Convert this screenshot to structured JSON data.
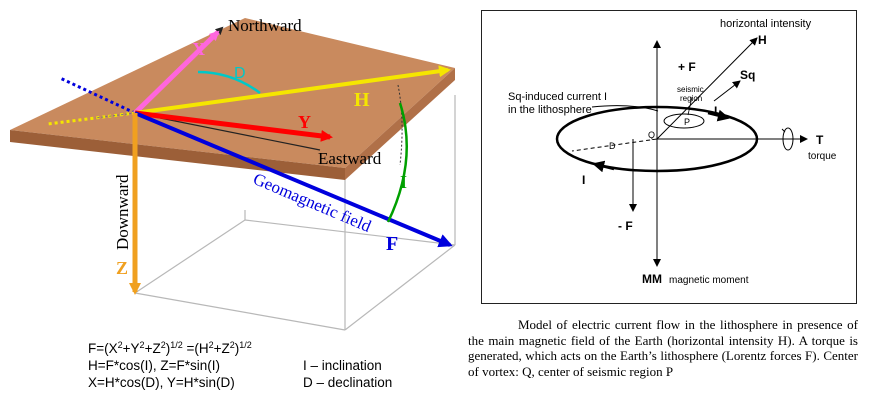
{
  "left_diagram": {
    "labels": {
      "northward": "Northward",
      "eastward": "Eastward",
      "downward": "Downward",
      "geomagnetic_field": "Geomagnetic field",
      "x": "X",
      "y": "Y",
      "z": "Z",
      "h": "H",
      "d": "D",
      "i": "I",
      "f": "F"
    },
    "colors": {
      "plate_top": "#c98a5e",
      "plate_side": "#9c5f38",
      "x_arrow": "#ff66dd",
      "y_arrow": "#ff0000",
      "z_arrow": "#f0a020",
      "h_arrow": "#f5e600",
      "f_arrow": "#0000dd",
      "d_arc": "#00c8c8",
      "i_arc": "#00a000",
      "box_lines": "#b0b0b0"
    }
  },
  "formulas": {
    "line1": {
      "a": "F=(X",
      "b": "2",
      "c": "+Y",
      "d": "2",
      "e": "+Z",
      "f": "2",
      "g": ")",
      "h": "1/2",
      "i": " =(H",
      "j": "2",
      "k": "+Z",
      "l": "2",
      "m": ")",
      "n": "1/2"
    },
    "line2_left": "H=F*cos(I), Z=F*sin(I)",
    "line2_right": "I  –  inclination",
    "line3_left": "X=H*cos(D), Y=H*sin(D)",
    "line3_right": "D – declination"
  },
  "right_diagram": {
    "labels": {
      "horizontal_intensity": "horizontal intensity",
      "h": "H",
      "plus_f": "+ F",
      "sq": "Sq",
      "seismic_region_1": "seismic",
      "seismic_region_2": "region",
      "sq_current_1": "Sq-induced current I",
      "sq_current_2": "in the lithosphere",
      "p": "P",
      "q": "Q",
      "i_top": "I",
      "d": "D",
      "t": "T",
      "torque": "torque",
      "i_left": "I",
      "minus_f": "- F",
      "mm": "MM",
      "magnetic_moment": "magnetic moment"
    }
  },
  "caption": "Model of electric current flow in the lithosphere in presence of the main magnetic field of the Earth (horizontal intensity H). A torque is generated, which acts on the Earth’s lithosphere (Lorentz forces F). Center of vortex: Q, center of seismic region P"
}
